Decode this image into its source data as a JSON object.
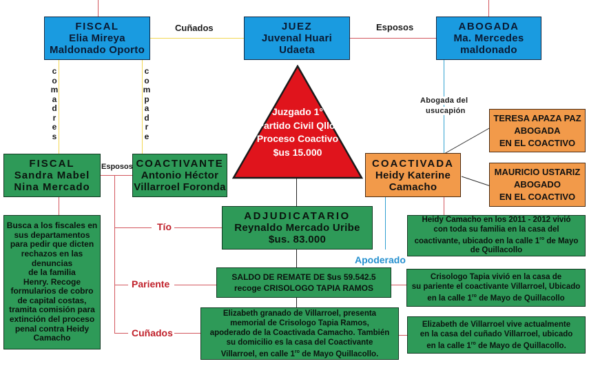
{
  "diagram": {
    "top_row": {
      "fiscal_elia": {
        "role": "FISCAL",
        "name_line1": "Elia Mireya",
        "name_line2": "Maldonado Oporto"
      },
      "juez": {
        "role": "JUEZ",
        "name_line1": "Juvenal Huari",
        "name_line2": "Udaeta"
      },
      "abogada_mercedes": {
        "role": "ABOGADA",
        "name_line1": "Ma. Mercedes",
        "name_line2": "maldonado"
      }
    },
    "relations": {
      "fiscal_juez": "Cuñados",
      "juez_abogada": "Esposos",
      "fiscal_left_vertical": "comadres",
      "fiscal_right_vertical": "compadre",
      "sandra_antonio": "Esposos",
      "abogada_usucapion_line1": "Abogada del",
      "abogada_usucapion_line2": "usucapión",
      "tio": "Tío",
      "pariente": "Pariente",
      "cunados_bottom": "Cuñados",
      "apoderado": "Apoderado"
    },
    "juzgado": {
      "line1": "Juzgado 1°",
      "line2": "Partido Civil Qllo.",
      "line3": "Proceso Coactivo",
      "line4": "$us 15.000"
    },
    "fiscal_sandra": {
      "role": "FISCAL",
      "name_line1": "Sandra Mabel",
      "name_line2": "Nina Mercado"
    },
    "coactivante": {
      "role": "COACTIVANTE",
      "name_line1": "Antonio Héctor",
      "name_line2": "Villarroel Foronda"
    },
    "coactivada": {
      "role": "COACTIVADA",
      "name_line1": "Heidy Katerine",
      "name_line2": "Camacho"
    },
    "teresa": {
      "line1": "TERESA APAZA PAZ",
      "line2": "ABOGADA",
      "line3": "EN EL COACTIVO"
    },
    "mauricio": {
      "line1": "MAURICIO USTARIZ",
      "line2": "ABOGADO",
      "line3": "EN EL COACTIVO"
    },
    "adjudicatario": {
      "role": "ADJUDICATARIO",
      "name": "Reynaldo Mercado Uribe",
      "amount": "$us. 83.000"
    },
    "saldo": {
      "line1": "SALDO DE REMATE DE $us 59.542.5",
      "line2": "recoge CRISOLOGO TAPIA RAMOS"
    },
    "sandra_note": [
      "Busca a los fiscales en",
      "sus departamentos",
      "para pedir que dicten",
      "rechazos en las",
      "denuncias",
      "de la familia",
      "Henry. Recoge",
      "formularios de cobro",
      "de capital costas,",
      "tramita comisión para",
      "extinción del proceso",
      "penal contra Heidy",
      "Camacho"
    ],
    "heidy_note": [
      "Heidy Camacho en los 2011 - 2012 vivió",
      "con toda su familia en la casa del",
      "coactivante, ubicado en la calle 1ro de Mayo",
      "de Quillacollo"
    ],
    "crisologo_note": [
      "Crisologo Tapia vivió en la casa de",
      "su pariente el coactivante Villarroel, Ubicado",
      "en la  calle 1ro de Mayo de Quillacollo"
    ],
    "elizabeth_memorial": [
      "Elizabeth granado de Villarroel, presenta",
      "memorial de Crisologo Tapia Ramos,",
      "apoderado de la Coactivada Camacho. También",
      "su domicilio es la casa del Coactivante",
      "Villarroel, en calle 1ro de Mayo Quillacollo."
    ],
    "elizabeth_note": [
      "Elizabeth de Villarroel vive actualmente",
      "en la casa del cuñado Villarroel, ubicado",
      "en la calle 1ro de Mayo de Quillacollo."
    ]
  }
}
